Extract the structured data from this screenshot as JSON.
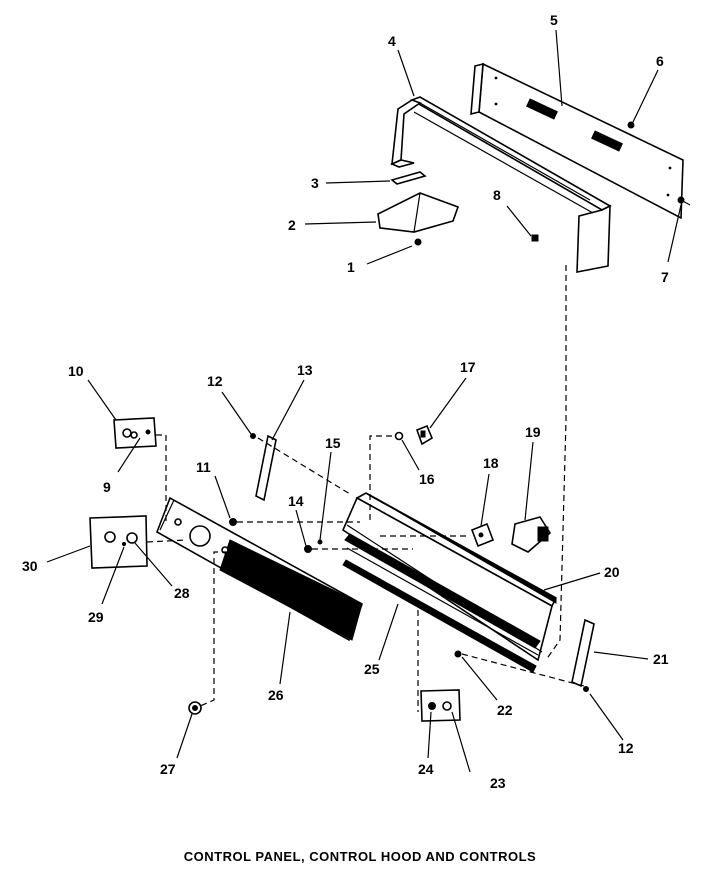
{
  "diagram": {
    "caption": "CONTROL PANEL, CONTROL HOOD AND CONTROLS",
    "callouts": {
      "c1": "1",
      "c2": "2",
      "c3": "3",
      "c4": "4",
      "c5": "5",
      "c6": "6",
      "c7": "7",
      "c8": "8",
      "c9": "9",
      "c10": "10",
      "c11": "11",
      "c12a": "12",
      "c12b": "12",
      "c13": "13",
      "c14": "14",
      "c15": "15",
      "c16": "16",
      "c17": "17",
      "c18": "18",
      "c19": "19",
      "c20": "20",
      "c21": "21",
      "c22": "22",
      "c23": "23",
      "c24": "24",
      "c25": "25",
      "c26": "26",
      "c27": "27",
      "c28": "28",
      "c29": "29",
      "c30": "30"
    }
  }
}
